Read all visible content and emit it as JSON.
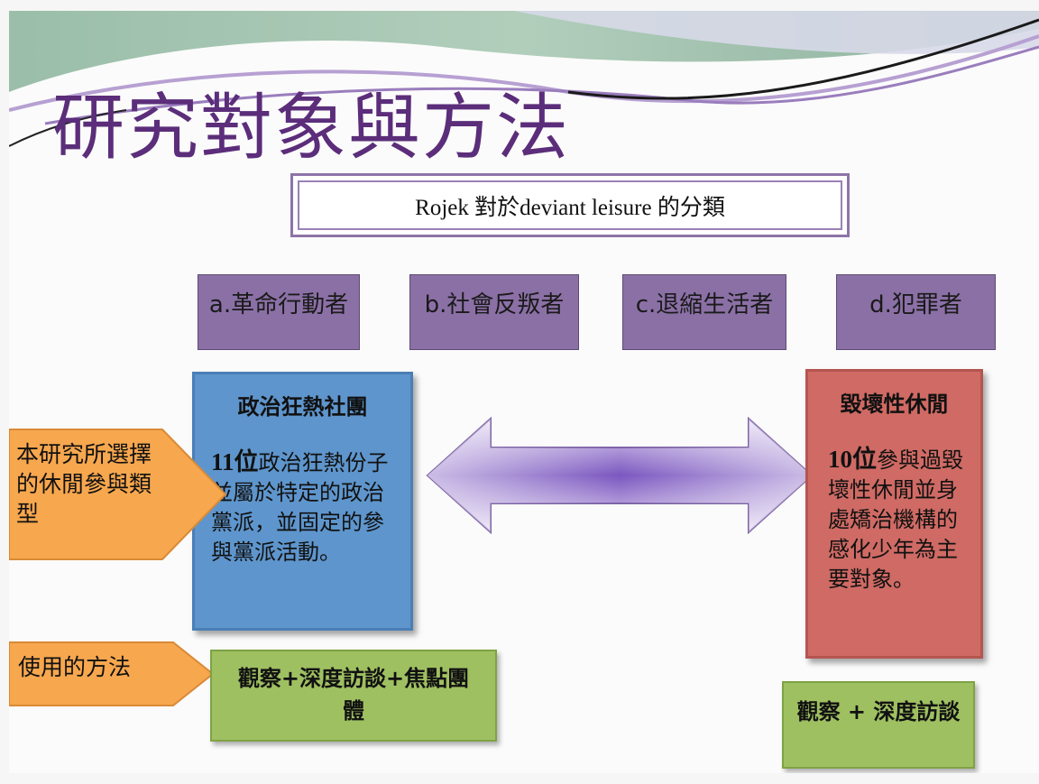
{
  "title": "研究對象與方法",
  "header_box": "Rojek 對於deviant leisure 的分類",
  "categories": [
    {
      "label": "a.革命行動者"
    },
    {
      "label": "b.社會反叛者"
    },
    {
      "label": "c.退縮生活者"
    },
    {
      "label": "d.犯罪者"
    }
  ],
  "left_box": {
    "heading": "政治狂熱社團",
    "count": "11位",
    "body": "政治狂熱份子並屬於特定的政治黨派，並固定的參與黨派活動。"
  },
  "right_box": {
    "heading": "毀壞性休閒",
    "count": "10位",
    "body": "參與過毀壞性休閒並身處矯治機構的感化少年為主要對象。"
  },
  "side_labels": {
    "selected_type": "本研究所選擇的休閒參與類型",
    "method": "使用的方法"
  },
  "methods": {
    "left": "觀察+深度訪談+焦點團體",
    "right": "觀察 + 深度訪談"
  },
  "colors": {
    "purple": "#8b70a6",
    "blue": "#5e95cc",
    "red": "#cf6a64",
    "green": "#9fc061",
    "orange": "#f7a74e"
  }
}
